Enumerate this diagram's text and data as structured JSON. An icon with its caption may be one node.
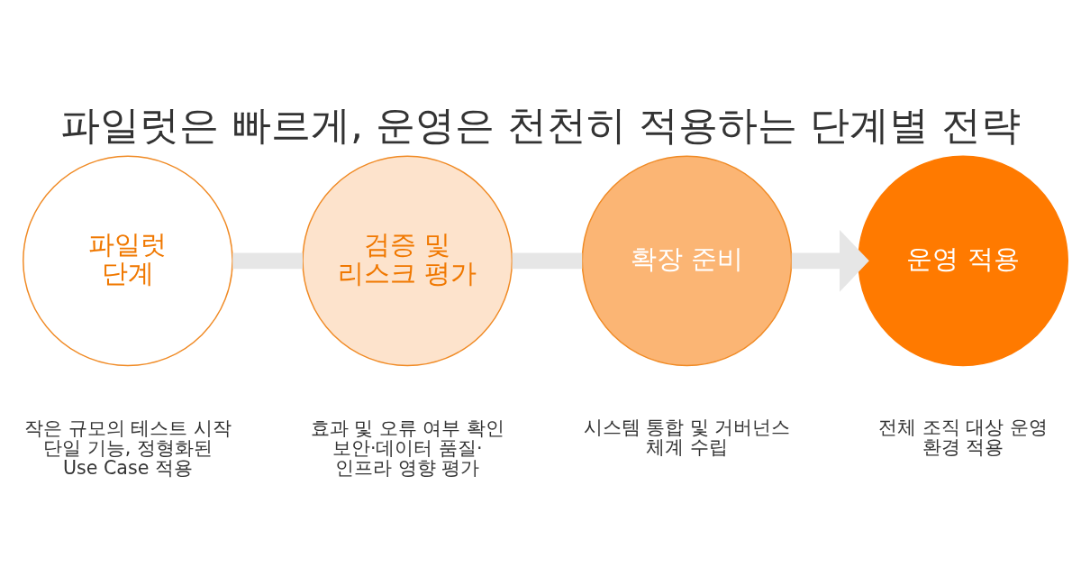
{
  "diagram": {
    "title": "파일럿은 빠르게, 운영은 천천히 적용하는 단계별 전략",
    "nodes": [
      {
        "text": [
          "파일럿 단계"
        ],
        "beside": [
          "작은 규모의 테스트 시작 단일 기능, 정형화된 Use Case 적용"
        ]
      },
      {
        "text": [
          "검증 및 리스크 평가"
        ],
        "beside": [
          "효과 및 오류 여부 확인 보안·데이터 품질· 인프라 영향 평가"
        ]
      },
      {
        "text": [
          "확장 준비"
        ],
        "beside": [
          "시스템 통합 및 거버넌스 체계 수립"
        ]
      },
      {
        "text": [
          "운영 적용"
        ],
        "beside": [
          "전체 조직 대상 운영 환경 적용"
        ]
      }
    ],
    "edges": [
      {
        "from": 0,
        "to": 1,
        "arrow": "none"
      },
      {
        "from": 1,
        "to": 2,
        "arrow": "none"
      },
      {
        "from": 2,
        "to": 3,
        "arrow": "to"
      }
    ]
  }
}
